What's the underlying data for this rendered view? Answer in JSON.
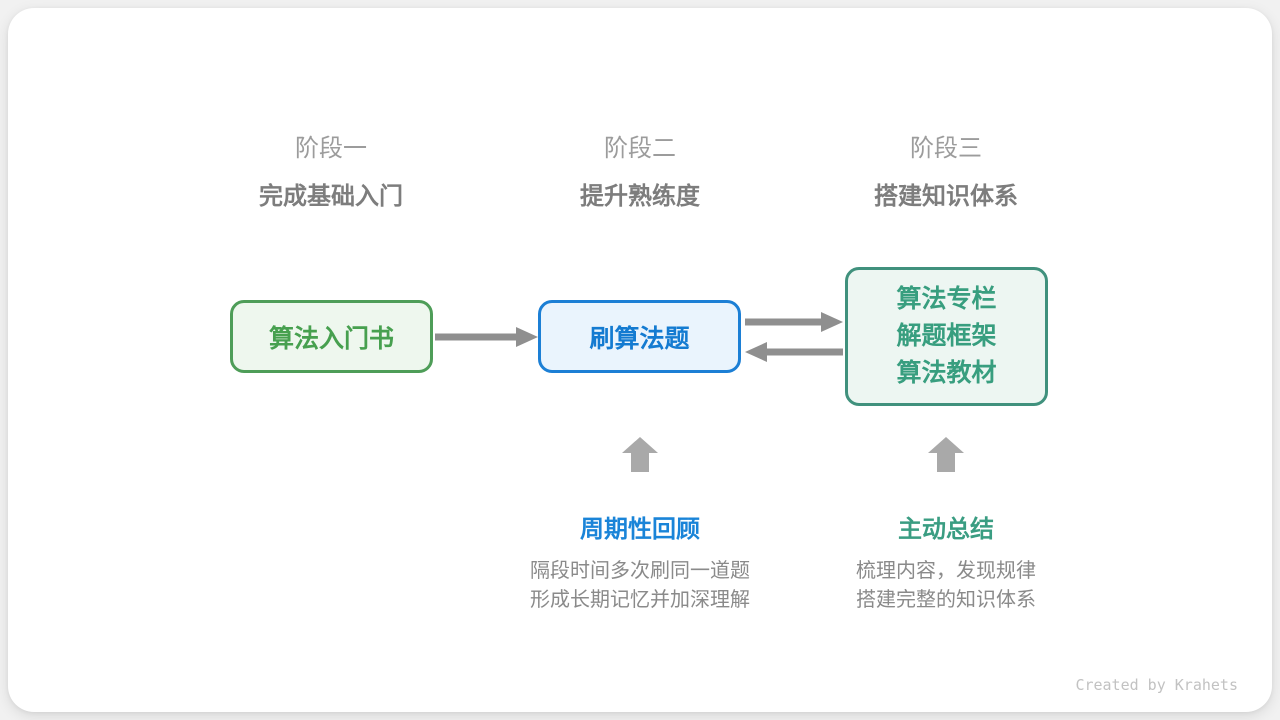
{
  "page": {
    "background": "#f1f1f1",
    "card_background": "#ffffff"
  },
  "colors": {
    "arrow": "#8f8f8f",
    "up_arrow": "#a9a9a9",
    "stage_label": "#9c9c9c",
    "stage_subtitle": "#7d7d7d",
    "description_text": "#8a8a8a",
    "green_border": "#4e9d58",
    "green_fill": "#eef7ee",
    "green_text": "#47a04f",
    "blue_border": "#1c7fd5",
    "blue_fill": "#eaf4fd",
    "blue_text": "#147bd1",
    "teal_border": "#40917d",
    "teal_fill": "#edf6f2",
    "teal_text": "#389e7f",
    "blue_accent": "#1a84d8",
    "teal_accent": "#3a9d82",
    "footer_text": "#c2c2c2"
  },
  "stages": [
    {
      "label": "阶段一",
      "subtitle": "完成基础入门"
    },
    {
      "label": "阶段二",
      "subtitle": "提升熟练度"
    },
    {
      "label": "阶段三",
      "subtitle": "搭建知识体系"
    }
  ],
  "nodes": {
    "intro_book": {
      "label": "算法入门书"
    },
    "practice": {
      "label": "刷算法题"
    },
    "resources": {
      "lines": [
        "算法专栏",
        "解题框架",
        "算法教材"
      ]
    }
  },
  "annotations": {
    "review": {
      "title": "周期性回顾",
      "lines": [
        "隔段时间多次刷同一道题",
        "形成长期记忆并加深理解"
      ]
    },
    "summarize": {
      "title": "主动总结",
      "lines": [
        "梳理内容，发现规律",
        "搭建完整的知识体系"
      ]
    }
  },
  "footer": {
    "credit": "Created by Krahets"
  }
}
